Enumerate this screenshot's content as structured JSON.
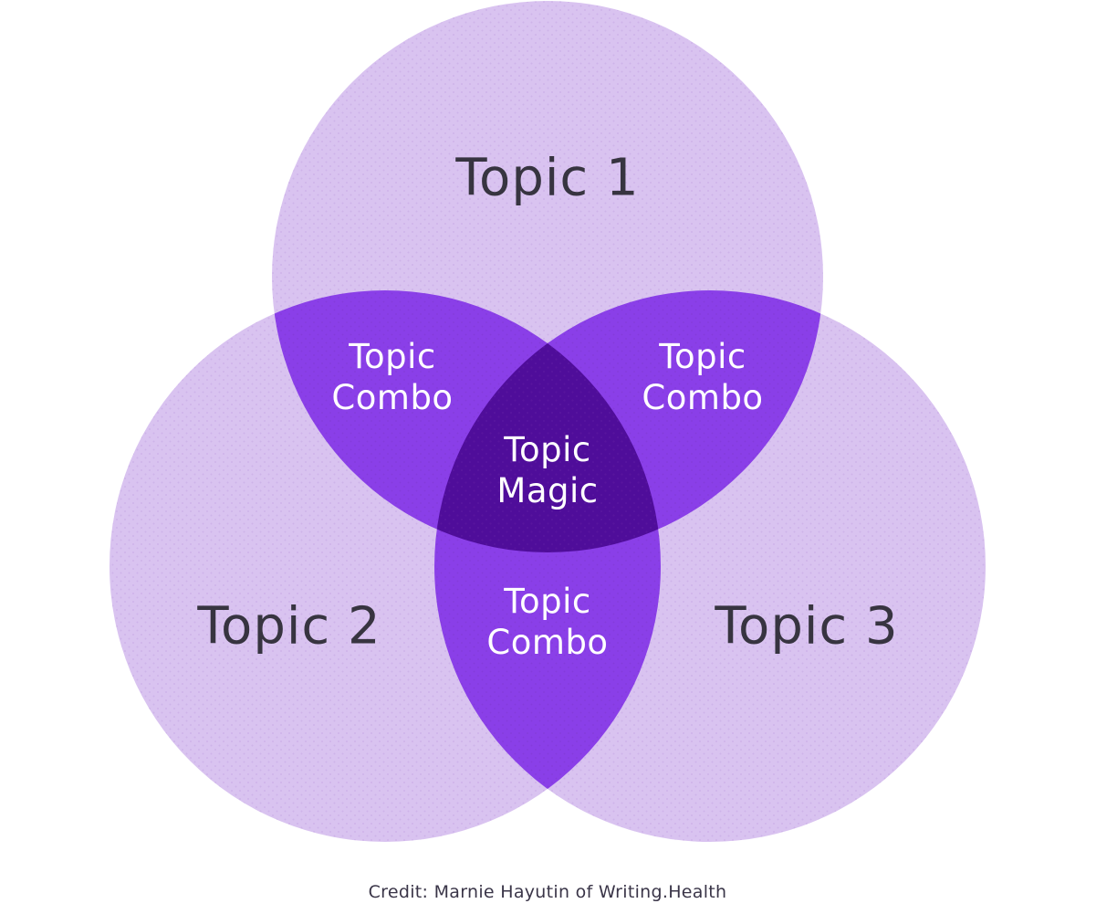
{
  "diagram": {
    "type": "venn-3-circle",
    "labels": {
      "topic1": "Topic 1",
      "topic2": "Topic 2",
      "topic3": "Topic 3",
      "combo_top_left": {
        "line1": "Topic",
        "line2": "Combo"
      },
      "combo_top_right": {
        "line1": "Topic",
        "line2": "Combo"
      },
      "combo_bottom": {
        "line1": "Topic",
        "line2": "Combo"
      },
      "magic": {
        "line1": "Topic",
        "line2": "Magic"
      }
    },
    "colors": {
      "circle_light": "#D9C3F0",
      "overlap_medium": "#8A3FE8",
      "overlap_dark": "#4F0D9A",
      "label_dark": "#373440",
      "label_light": "#FFFFFF",
      "background": "#FFFFFF"
    }
  },
  "credit": "Credit: Marnie Hayutin of Writing.Health"
}
